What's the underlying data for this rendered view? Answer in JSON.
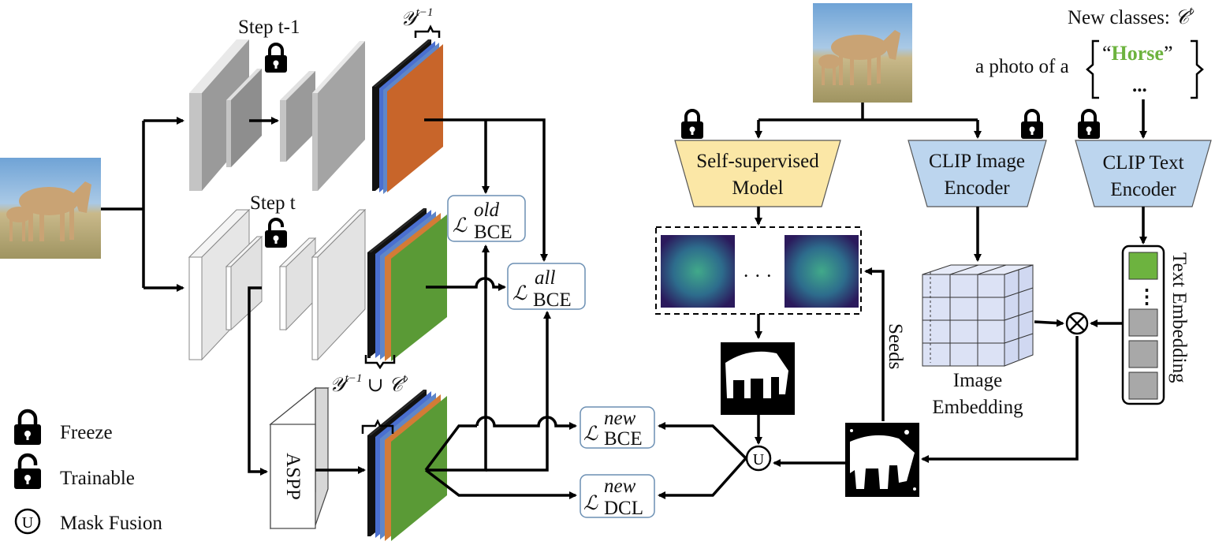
{
  "labels": {
    "step_prev": "Step t-1",
    "step_cur": "Step t",
    "y_prev": "𝒴^{t-1}",
    "y_union": "𝒴^{t-1} ∪ 𝒞^t",
    "aspp": "ASPP",
    "self_supervised_line1": "Self-supervised",
    "self_supervised_line2": "Model",
    "clip_image_line1": "CLIP Image",
    "clip_image_line2": "Encoder",
    "clip_text_line1": "CLIP Text",
    "clip_text_line2": "Encoder",
    "new_classes": "New classes: 𝒞^t",
    "a_photo_of_a": "a photo of a",
    "horse_quoted": "“Horse”",
    "ellipsis": "...",
    "image_embedding_line1": "Image",
    "image_embedding_line2": "Embedding",
    "text_embedding": "Text Embedding",
    "seeds": "Seeds",
    "dots": "· · ·",
    "otimes": "⊗",
    "fusion": "U"
  },
  "losses": {
    "old": {
      "base": "ℒ",
      "sup": "old",
      "sub": "BCE"
    },
    "all": {
      "base": "ℒ",
      "sup": "all",
      "sub": "BCE"
    },
    "new_bce": {
      "base": "ℒ",
      "sup": "new",
      "sub": "BCE"
    },
    "new_dcl": {
      "base": "ℒ",
      "sup": "new",
      "sub": "DCL"
    }
  },
  "legend": [
    {
      "icon": "lock-icon",
      "label": "Freeze"
    },
    {
      "icon": "unlock-icon",
      "label": "Trainable"
    },
    {
      "icon": "mask-fusion-icon",
      "label": "Mask Fusion"
    }
  ],
  "colors": {
    "orange": "#c8652a",
    "green": "#5a9a36",
    "blue": "#4a6fd0",
    "self_supervised_fill": "#fbe7a6",
    "clip_fill": "#bcd5ee",
    "text_emb_green": "#6db33f",
    "text_emb_gray": "#a8a8a8",
    "heatmap_dark": "#2b1a5c"
  }
}
